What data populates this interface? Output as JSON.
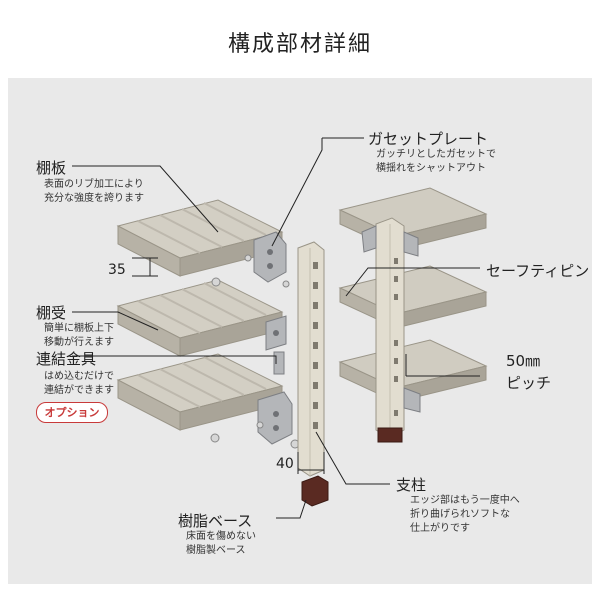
{
  "title": "構成部材詳細",
  "labels": {
    "shelf": {
      "name": "棚板",
      "desc": "表面のリブ加工により\n充分な強度を誇ります"
    },
    "receiver": {
      "name": "棚受",
      "desc": "簡単に棚板上下\n移動が行えます"
    },
    "connector": {
      "name": "連結金具",
      "desc": "はめ込むだけで\n連結ができます",
      "badge": "オプション"
    },
    "base": {
      "name": "樹脂ベース",
      "desc": "床面を傷めない\n樹脂製ベース"
    },
    "gusset": {
      "name": "ガセットプレート",
      "desc": "ガッチリとしたガセットで\n横揺れをシャットアウト"
    },
    "safety_pin": {
      "name": "セーフティピン"
    },
    "pitch": {
      "value": "50㎜",
      "name": "ピッチ"
    },
    "post": {
      "name": "支柱",
      "desc": "エッジ部はもう一度中へ\n折り曲げられソフトな\n仕上がりです"
    }
  },
  "dimensions": {
    "shelf_height": "35",
    "post_width": "40"
  },
  "colors": {
    "background": "#e9e9e9",
    "shelf": "#ccc8bd",
    "shelf_edge": "#aaa598",
    "post": "#e2ddd0",
    "accent": "#c83a3a",
    "base": "#5a2a22"
  }
}
